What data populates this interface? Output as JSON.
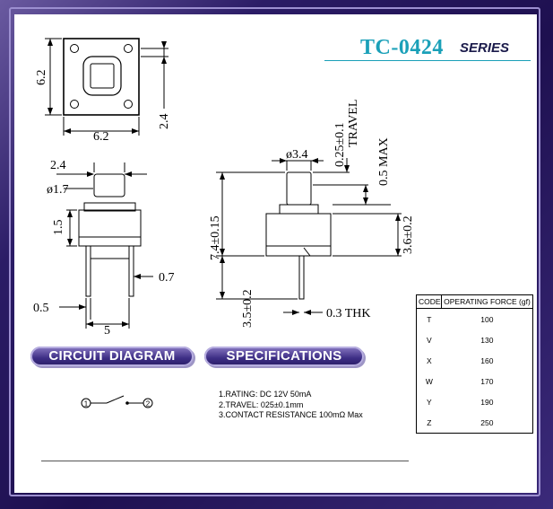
{
  "title": {
    "main": "TC-0424",
    "series": "SERIES"
  },
  "dimensions": {
    "top_height": "6.2",
    "top_width": "6.2",
    "top_offset": "2.4",
    "side_cap": "2.4",
    "side_dia": "ø1.7",
    "side_height": "1.5",
    "pin_width": "0.7",
    "pin_left": "0.5",
    "pin_spacing": "5",
    "front_dia": "ø3.4",
    "front_stroke": "0.25±0.1",
    "front_travel": "TRAVEL",
    "front_overtravel": "0.5 MAX",
    "front_total": "7.4±0.15",
    "front_body": "3.6±0.2",
    "front_pin_len": "3.5±0.2",
    "front_thk": "0.3 THK"
  },
  "sections": {
    "circuit": "CIRCUIT DIAGRAM",
    "specs": "SPECIFICATIONS"
  },
  "circuit": {
    "pin1": "1",
    "pin2": "2"
  },
  "specifications": [
    "1.RATING: DC 12V 50mA",
    "2.TRAVEL: 025±0.1mm",
    "3.CONTACT RESISTANCE 100mΩ Max"
  ],
  "force_table": {
    "header_code": "CODE",
    "header_force": "OPERATING FORCE (gf)",
    "rows": [
      {
        "code": "T",
        "force": "100"
      },
      {
        "code": "V",
        "force": "130"
      },
      {
        "code": "X",
        "force": "160"
      },
      {
        "code": "W",
        "force": "170"
      },
      {
        "code": "Y",
        "force": "190"
      },
      {
        "code": "Z",
        "force": "250"
      }
    ]
  }
}
